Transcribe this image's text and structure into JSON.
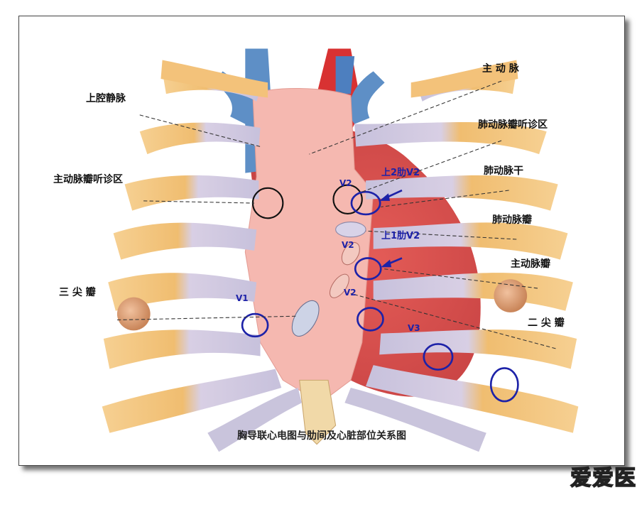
{
  "labels": {
    "svc": "上腔静脉",
    "aorta": "主 动 脉",
    "pulm_ausc": "肺动脉瓣听诊区",
    "aortic_ausc": "主动脉瓣听诊区",
    "pulm_trunk": "肺动脉干",
    "pulm_valve": "肺动脉瓣",
    "aortic_valve": "主动脉瓣",
    "tricuspid": "三 尖 瓣",
    "mitral": "二 尖 瓣"
  },
  "leads": {
    "upper_2nd": "上2肋V2",
    "upper_1st": "上1肋V2"
  },
  "electrodes": {
    "v1": "V1",
    "v2_upper2": "V2",
    "v2_upper1": "V2",
    "v2": "V2",
    "v3": "V3"
  },
  "caption": "胸导联心电图与肋间及心脏部位关系图",
  "logo": "爱爱医",
  "colors": {
    "rib_bone": "#f3c27a",
    "cartilage": "#c9c4dc",
    "heart": "#f1a9a2",
    "sternum": "#f5b8b0",
    "vein": "#5e8fc6",
    "artery": "#d83232",
    "electrode_ring": "#1d22a8"
  }
}
